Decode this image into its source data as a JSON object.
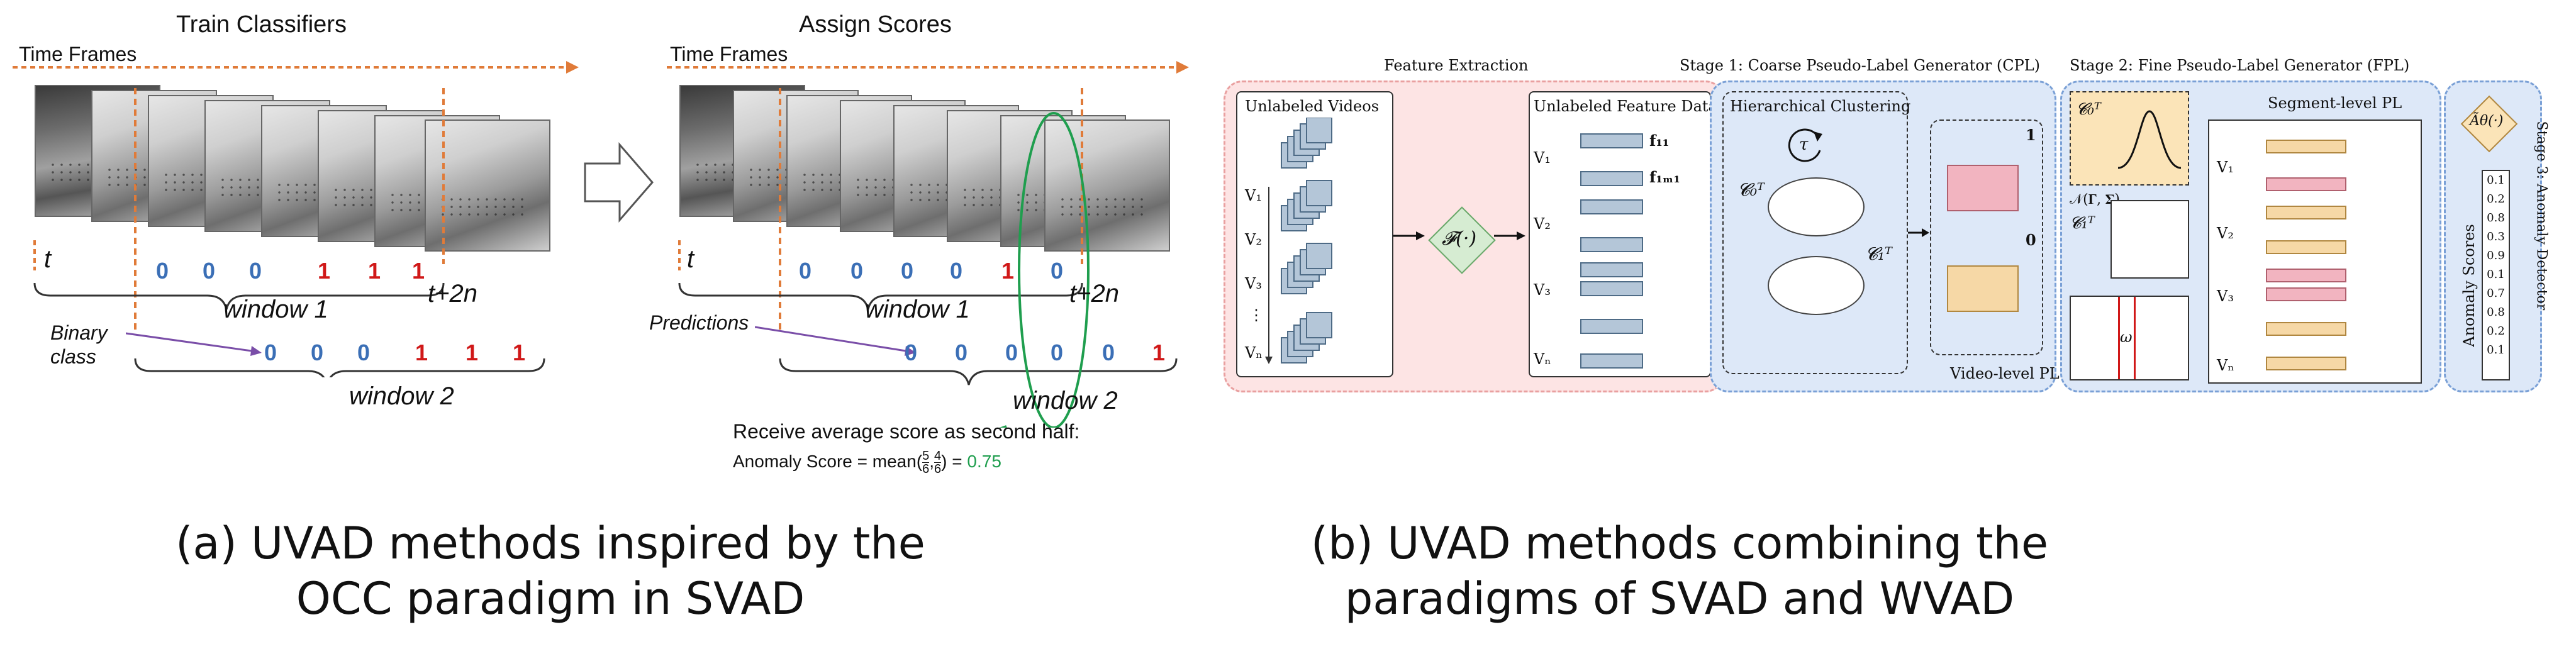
{
  "panel_a": {
    "top_title_left": "Train Classifiers",
    "top_title_right": "Assign Scores",
    "time_frames_label": "Time Frames",
    "t_label": "t",
    "t2n_label": "t+2n",
    "window1_label": "window 1",
    "window2_label": "window 2",
    "binary_class_label": "Binary class",
    "predictions_label": "Predictions",
    "row1_digits": [
      "0",
      "0",
      "0",
      "1",
      "1",
      "1"
    ],
    "row2_digits": [
      "0",
      "0",
      "0",
      "1",
      "1",
      "1"
    ],
    "pred_row1_digits": [
      "0",
      "0",
      "0",
      "0",
      "1",
      "0"
    ],
    "pred_row2_digits": [
      "0",
      "0",
      "0",
      "0",
      "0",
      "1"
    ],
    "receive_text": "Receive average score as second half:",
    "anomaly_score_prefix": "Anomaly Score = mean(",
    "fraction1_num": "5",
    "fraction1_den": "6",
    "fraction2_num": "4",
    "fraction2_den": "6",
    "anomaly_score_suffix": ") =",
    "anomaly_score_value": "0.75",
    "caption_line1": "(a) UVAD methods inspired by the",
    "caption_line2": "OCC paradigm in SVAD"
  },
  "panel_b": {
    "feature_extraction_title": "Feature Extraction",
    "stage1_title": "Stage 1: Coarse Pseudo-Label Generator (CPL)",
    "stage2_title": "Stage 2:  Fine Pseudo-Label Generator (FPL)",
    "stage3_title": "Stage 3: Anomaly Detector",
    "unlabeled_videos": "Unlabeled Videos",
    "unlabeled_feature_dataset": "Unlabeled Feature Dataset",
    "video_labels": [
      "V₁",
      "V₂",
      "V₃",
      "⋮",
      "Vₙ"
    ],
    "feature_labels": [
      "f₁₁",
      "f₁ₘ₁"
    ],
    "extractor": "𝓕(·)",
    "hierarchical_clustering": "Hierarchical Clustering",
    "tau": "τ",
    "c0": "𝓒₀ᵀ",
    "c1": "𝓒₁ᵀ",
    "video_level_pl": "Video-level PL",
    "label_one": "1",
    "label_zero": "0",
    "gaussian_label": "𝒩(𝚪, 𝚺)",
    "segment_level_pl": "Segment-level PL",
    "omega": "ω",
    "anomaly_scores_label": "Anomaly Scores",
    "detector": "Ã𝜃(·)",
    "score_values": [
      "0.1",
      "0.2",
      "0.8",
      "0.3",
      "0.9",
      "0.1",
      "0.7",
      "0.8",
      "0.2",
      "0.1"
    ],
    "caption_line1": "(b) UVAD methods combining the",
    "caption_line2": "paradigms of SVAD and WVAD"
  },
  "colors": {
    "orange": "#e07b39",
    "blue_digit": "#3b6fb6",
    "red_digit": "#d01818",
    "green": "#1f9e4e",
    "purple": "#7a4ea8",
    "pink_bg": "#fde4e4",
    "blue_bg": "#dde8f8"
  }
}
